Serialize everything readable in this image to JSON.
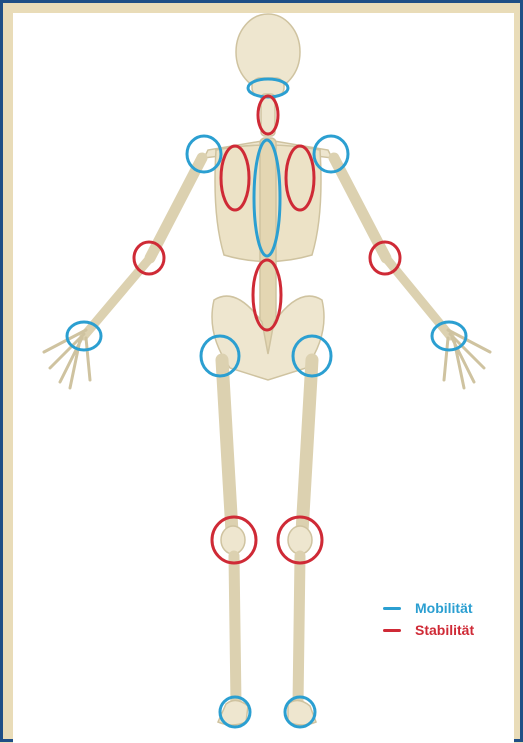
{
  "colors": {
    "mobility": "#2b9fd1",
    "stability": "#cf2a36",
    "bone": "#eee6cf",
    "bone_shade": "#cfc3a0",
    "background": "#e9dcb8",
    "border": "#1f4f86"
  },
  "legend": {
    "items": [
      {
        "label": "Mobilität",
        "category": "mobility"
      },
      {
        "label": "Stabilität",
        "category": "stability"
      }
    ]
  },
  "joints": [
    {
      "name": "upper-cervical",
      "category": "mobility"
    },
    {
      "name": "lower-cervical",
      "category": "stability"
    },
    {
      "name": "left-shoulder",
      "category": "mobility"
    },
    {
      "name": "right-shoulder",
      "category": "mobility"
    },
    {
      "name": "left-scapula",
      "category": "stability"
    },
    {
      "name": "right-scapula",
      "category": "stability"
    },
    {
      "name": "thoracic-spine",
      "category": "mobility"
    },
    {
      "name": "lumbar-spine",
      "category": "stability"
    },
    {
      "name": "left-elbow",
      "category": "stability"
    },
    {
      "name": "right-elbow",
      "category": "stability"
    },
    {
      "name": "left-wrist",
      "category": "mobility"
    },
    {
      "name": "right-wrist",
      "category": "mobility"
    },
    {
      "name": "left-hip",
      "category": "mobility"
    },
    {
      "name": "right-hip",
      "category": "mobility"
    },
    {
      "name": "left-knee",
      "category": "stability"
    },
    {
      "name": "right-knee",
      "category": "stability"
    },
    {
      "name": "left-ankle",
      "category": "mobility"
    },
    {
      "name": "right-ankle",
      "category": "mobility"
    }
  ]
}
